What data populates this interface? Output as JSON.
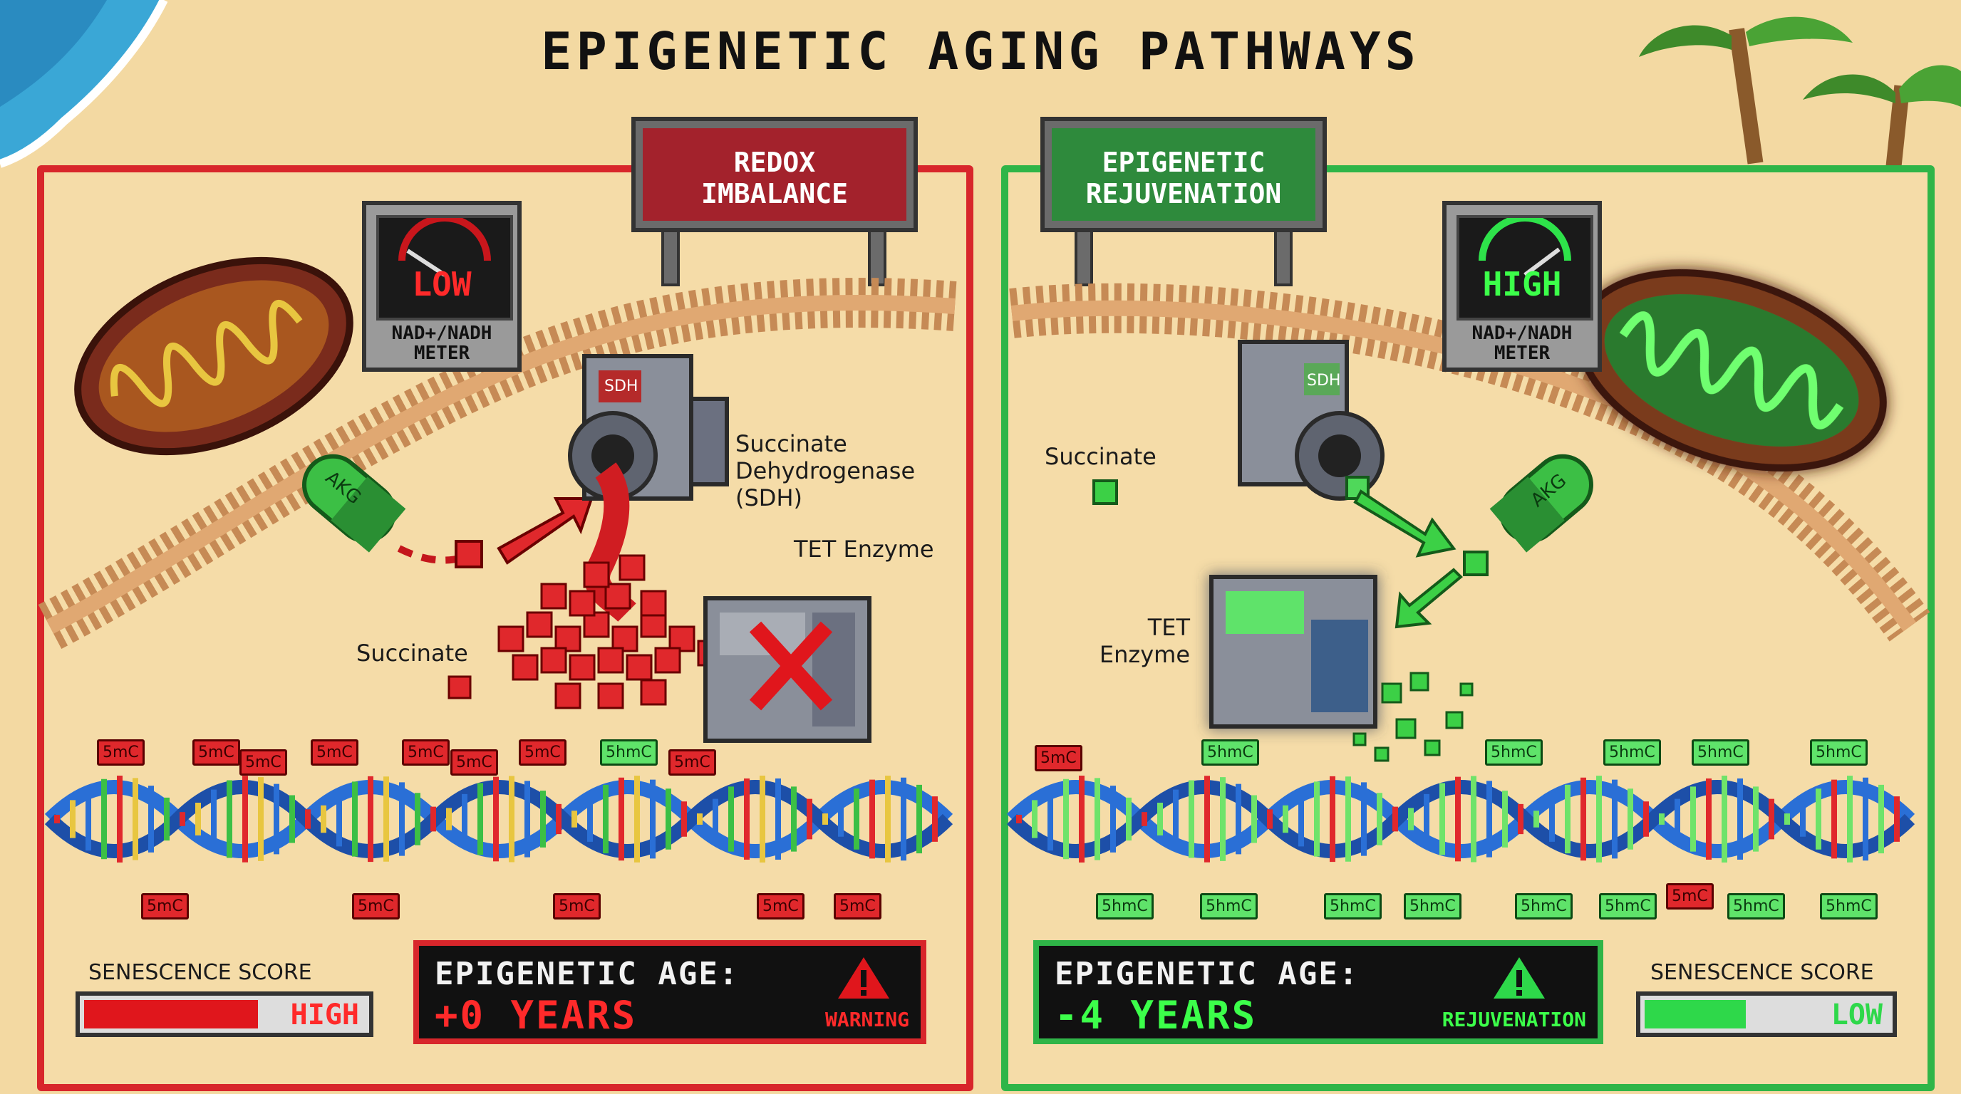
{
  "title": "EPIGENETIC AGING PATHWAYS",
  "left": {
    "sign": [
      "REDOX",
      "IMBALANCE"
    ],
    "meter": {
      "reading": "LOW",
      "label": [
        "NAD+/NADH",
        "METER"
      ]
    },
    "pill": "AKG",
    "sdh_chip": "SDH",
    "sdh_label": [
      "Succinate",
      "Dehydrogenase",
      "(SDH)"
    ],
    "tet_label": "TET Enzyme",
    "succinate_label": "Succinate",
    "top_tags": [
      "5mC",
      "5mC",
      "5mC",
      "5mC",
      "5mC",
      "5mC",
      "5mC",
      "5hmC",
      "5mC"
    ],
    "bottom_tags": [
      "5mC",
      "5mC",
      "5mC",
      "5mC",
      "5mC"
    ],
    "senescence": {
      "label": "SENESCENCE SCORE",
      "value": "HIGH",
      "level": 0.6
    },
    "age": {
      "line1": "EPIGENETIC AGE:",
      "line2": "+0 YEARS",
      "badge": "WARNING"
    }
  },
  "right": {
    "sign": [
      "EPIGENETIC",
      "REJUVENATION"
    ],
    "meter": {
      "reading": "HIGH",
      "label": [
        "NAD+/NADH",
        "METER"
      ]
    },
    "pill": "AKG",
    "sdh_chip": "SDH",
    "succinate_label": "Succinate",
    "tet_label": [
      "TET",
      "Enzyme"
    ],
    "top_tags": [
      "5mC",
      "5hmC",
      "5hmC",
      "5hmC",
      "5hmC",
      "5hmC"
    ],
    "bottom_tags": [
      "5hmC",
      "5hmC",
      "5hmC",
      "5hmC",
      "5hmC",
      "5hmC",
      "5mC",
      "5hmC",
      "5hmC"
    ],
    "senescence": {
      "label": "SENESCENCE SCORE",
      "value": "LOW",
      "level": 0.4
    },
    "age": {
      "line1": "EPIGENETIC AGE:",
      "line2": "-4 YEARS",
      "badge": "REJUVENATION"
    }
  },
  "colors": {
    "red": "#d8262b",
    "green": "#2fb548",
    "glow": "#5cff5c",
    "sand": "#f3d9a2"
  }
}
